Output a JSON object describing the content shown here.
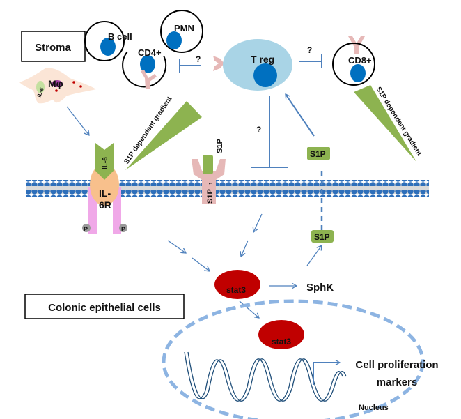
{
  "labels": {
    "stroma": "Stroma",
    "colonic": "Colonic epithelial cells",
    "b_cell": "B cell",
    "cd4": "CD4+",
    "pmn": "PMN",
    "treg": "T reg",
    "cd8": "CD8+",
    "macrophage": "Mφ",
    "il6_mac": "IL-6",
    "il6": "IL-6",
    "il6r_1": "IL-",
    "il6r_2": "6R",
    "p": "P",
    "s1p": "S1P",
    "s1p1": "S1P",
    "s1p1_sub": "1",
    "gradient": "S1P dependent gradient",
    "question": "?",
    "stat3": "stat3",
    "sphk": "SphK",
    "markers_1": "Cell proliferation",
    "markers_2": "markers",
    "nucleus": "Nucleus"
  },
  "colors": {
    "arrow": "#4f81bd",
    "nucleus_dot": "#0070c0",
    "treg": "#a9d4e6",
    "green": "#8db350",
    "stat3": "#c00000",
    "receptor_pink": "#e6b8b7",
    "il6r": "#f8c08c",
    "legs": "#f0a8e8"
  }
}
